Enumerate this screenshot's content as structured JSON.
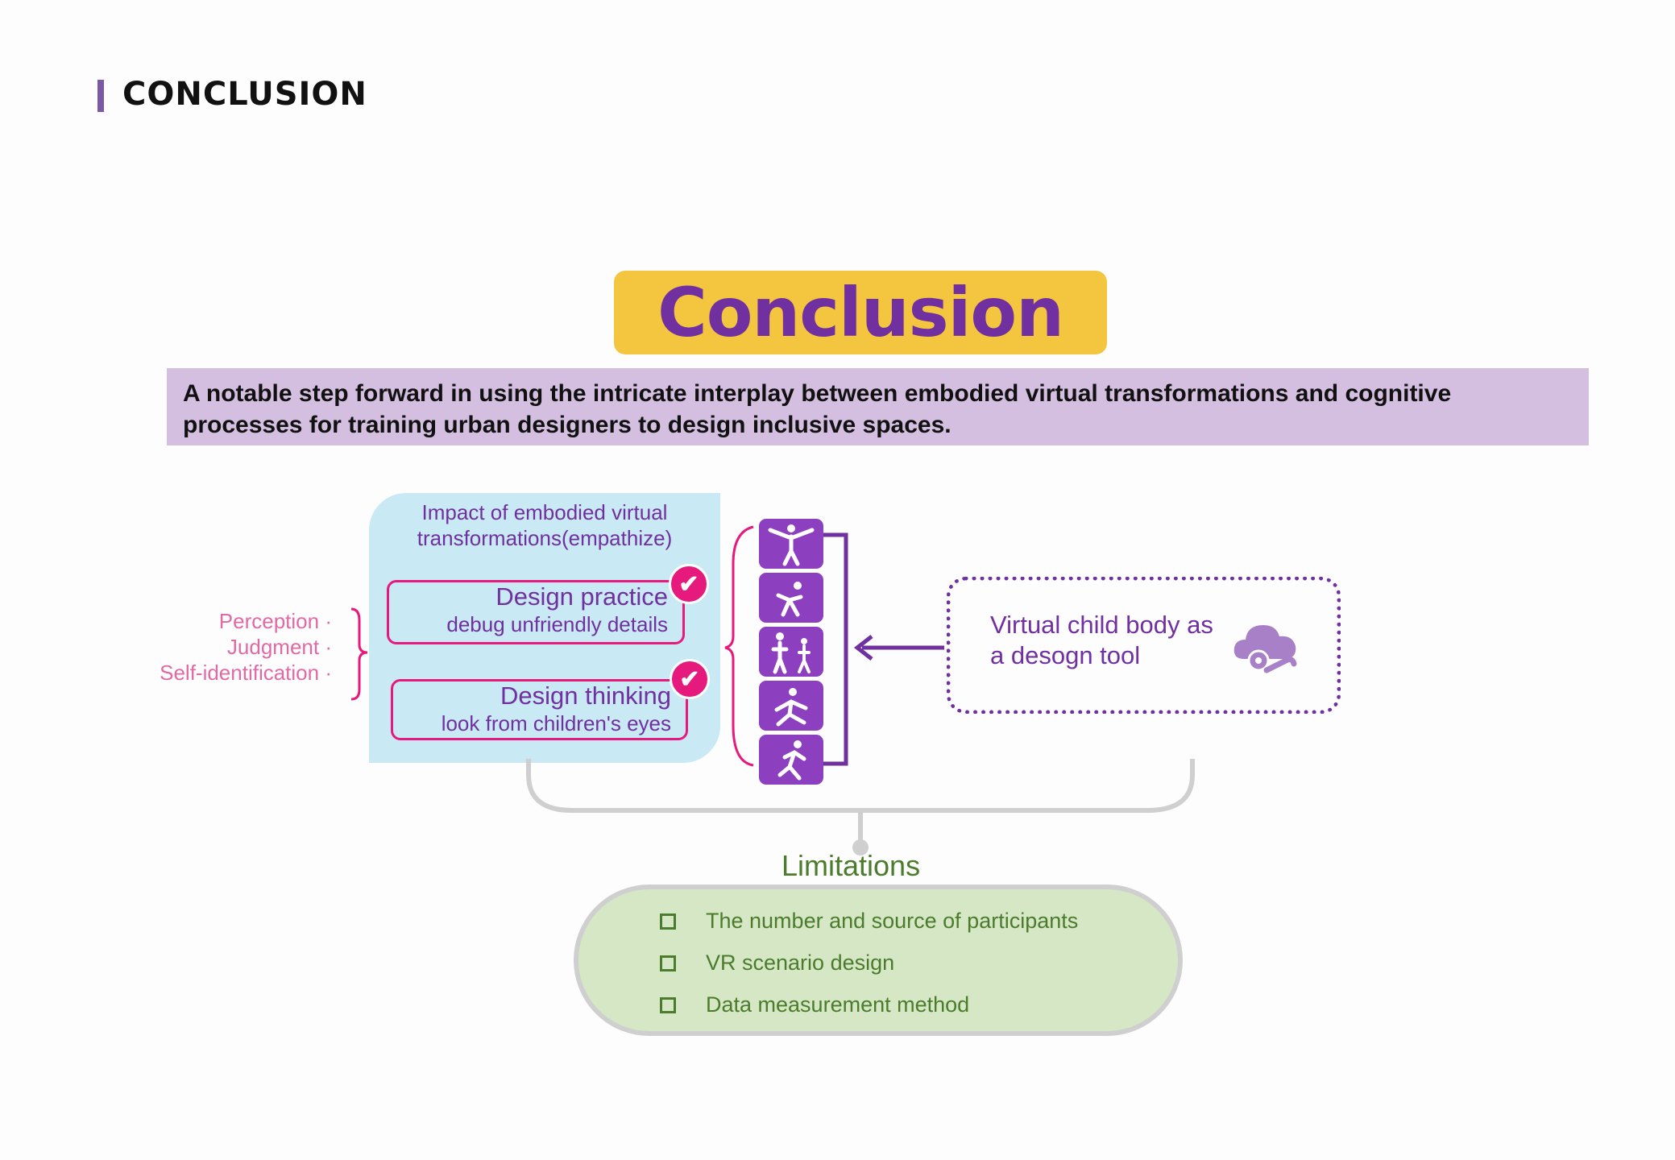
{
  "header": {
    "title": "CONCLUSION"
  },
  "banner": {
    "title": "Conclusion"
  },
  "summary": {
    "text": "A notable step forward in using the intricate interplay between embodied virtual transformations and cognitive processes for training urban designers to design inclusive spaces."
  },
  "impact": {
    "title_line1": "Impact of embodied virtual",
    "title_line2": "transformations(empathize)",
    "practice": {
      "title": "Design practice",
      "subtitle": "debug unfriendly details"
    },
    "thinking": {
      "title": "Design thinking",
      "subtitle": "look from children's eyes"
    }
  },
  "side_labels": [
    "Perception",
    "Judgment",
    "Self-identification"
  ],
  "figure_icons": [
    "person-arms-out-icon",
    "child-stretching-icon",
    "adult-and-child-icon",
    "child-jumping-icon",
    "child-running-icon"
  ],
  "right_box": {
    "line1": "Virtual child body as",
    "line2": "a desogn tool",
    "icon": "cloud-gear-tool-icon"
  },
  "limitations": {
    "title": "Limitations",
    "items": [
      "The number and source of participants",
      "VR scenario design",
      "Data measurement method"
    ]
  },
  "colors": {
    "purple": "#7030a0",
    "yellow": "#f4c63f",
    "magenta": "#e6197c",
    "green": "#4a7c2c",
    "light_blue": "#c9e9f5",
    "lavender": "#d4bfe1"
  }
}
